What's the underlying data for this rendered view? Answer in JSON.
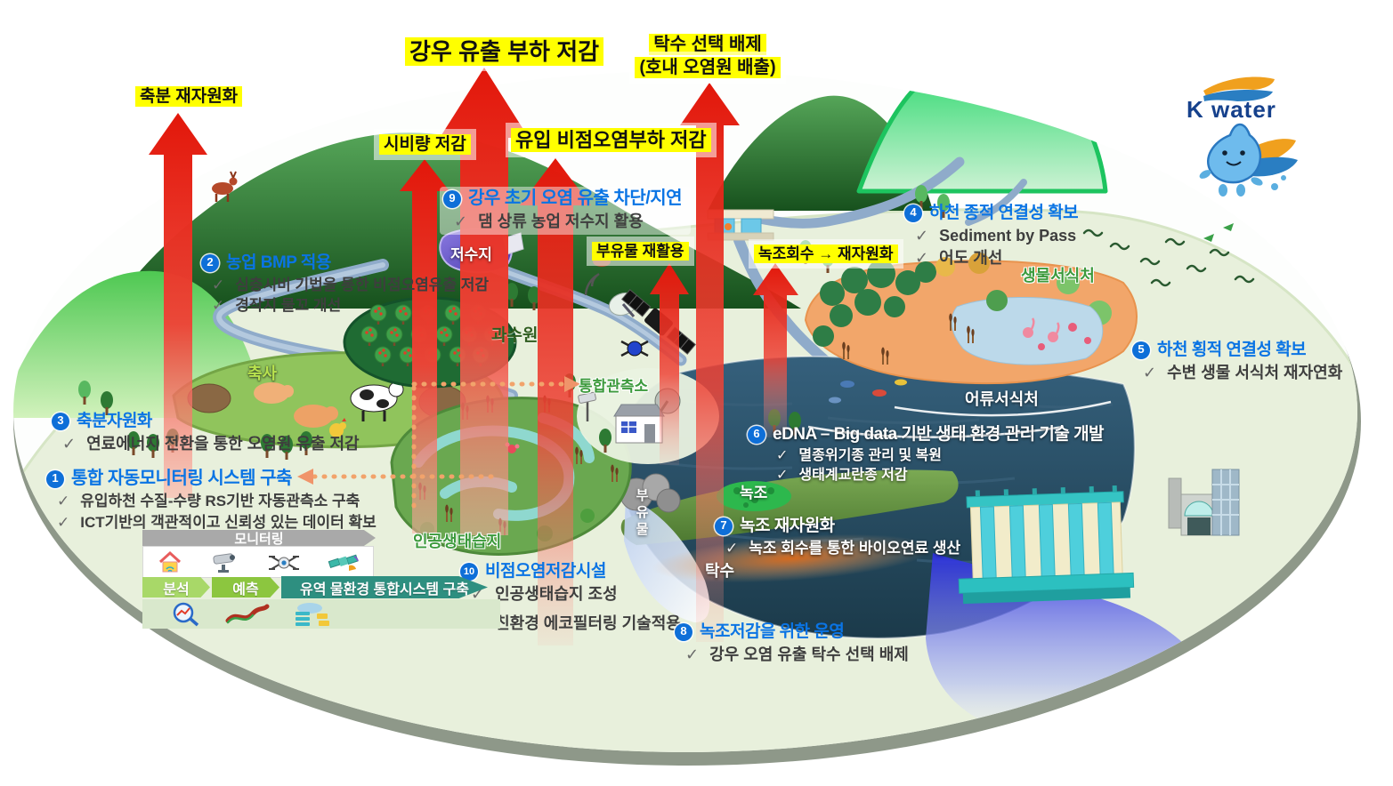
{
  "logo": {
    "brand": "K water"
  },
  "glyphs": {
    "check": "✓"
  },
  "top_labels": {
    "manure_recycle": "축분 재자원화",
    "rain_runoff": "강우 유출 부하 저감",
    "turbid_line1": "탁수 선택 배제",
    "turbid_line2": "(호내 오염원 배출)",
    "fertilizer": "시비량 저감",
    "nonpoint": "유입 비점오염부하 저감",
    "floating_recycle": "부유물 재활용",
    "algae_recycle": "녹조회수 → 재자원화"
  },
  "items": [
    {
      "no": "1",
      "title": "통합 자동모니터링 시스템 구축",
      "checks": [
        "유입하천 수질-수량 RS기반 자동관측소 구축",
        "ICT기반의 객관적이고 신뢰성 있는 데이터 확보"
      ]
    },
    {
      "no": "2",
      "title": "농업 BMP 적용",
      "checks": [
        "심층시비 기법을 통한 비점오염유출 저감",
        "경작지 물꼬 개선"
      ]
    },
    {
      "no": "3",
      "title": "축분자원화",
      "checks": [
        "연료에너지 전환을 통한 오염원 유출 저감"
      ]
    },
    {
      "no": "4",
      "title": "하천 종적 연결성 확보",
      "checks": [
        "Sediment by Pass",
        "어도 개선"
      ]
    },
    {
      "no": "5",
      "title": "하천 횡적 연결성 확보",
      "checks": [
        "수변 생물 서식처 재자연화"
      ]
    },
    {
      "no": "6",
      "title": "eDNA – Big data 기반 생태 환경 관리 기술 개발",
      "checks": [
        "멸종위기종 관리 및 복원",
        "생태계교란종 저감"
      ]
    },
    {
      "no": "7",
      "title": "녹조 재자원화",
      "checks": [
        "녹조 회수를 통한 바이오연료 생산"
      ]
    },
    {
      "no": "8",
      "title": "녹조저감을 위한 운영",
      "checks": [
        "강우 오염 유출 탁수 선택 배제"
      ]
    },
    {
      "no": "9",
      "title": "강우 초기 오염 유출 차단/지연",
      "checks": [
        "댐 상류 농업 저수지 활용"
      ]
    },
    {
      "no": "10",
      "title": "비점오염저감시설",
      "checks": [
        "인공생태습지 조성",
        "친환경 에코필터링 기술적용"
      ]
    }
  ],
  "map_labels": {
    "reservoir": "저수지",
    "orchard": "과수원",
    "barn": "축사",
    "obs_station": "통합관측소",
    "wetland": "인공생태습지",
    "bio_habitat": "생물서식처",
    "fish_habitat": "어류서식처",
    "algae": "녹조",
    "floating": "부유물",
    "turbid": "탁수"
  },
  "panel": {
    "monitoring": "모니터링",
    "analysis": "분석",
    "prediction": "예측",
    "system": "유역 물환경 통합시스템 구축"
  },
  "colors": {
    "highlight_yellow": "#ffff00",
    "title_blue": "#0a74e4",
    "badge_blue": "#0e6fd8",
    "arrow_red": "#e8261a",
    "label_green": "#3c9a3c",
    "kwater_navy": "#16418c",
    "ellipse_green": "#e8f0dc"
  }
}
